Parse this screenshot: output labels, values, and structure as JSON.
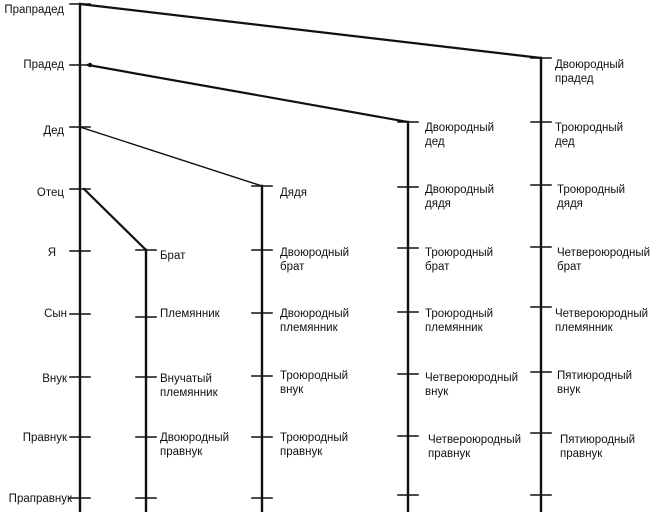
{
  "colors": {
    "line": "#111111",
    "text": "#111111",
    "background": "#ffffff"
  },
  "generations": [
    "Прапрадед",
    "Прадед",
    "Дед",
    "Отец",
    "Я",
    "Сын",
    "Внук",
    "Правнук",
    "Праправнук"
  ],
  "columns": [
    {
      "id": "direct",
      "labels": []
    },
    {
      "id": "brother",
      "labels": [
        "Брат",
        "Племянник",
        "Внучатый\nплемянник",
        "Двоюродный\nправнук"
      ]
    },
    {
      "id": "uncle",
      "labels": [
        "Дядя",
        "Двоюродный\nбрат",
        "Двоюродный\nплемянник",
        "Троюродный\nвнук",
        "Троюродный\nправнук"
      ]
    },
    {
      "id": "second",
      "labels": [
        "Двоюродный\nдед",
        "Двоюродный\nдядя",
        "Троюродный\nбрат",
        "Троюродный\nплемянник",
        "Четвероюродный\nвнук",
        "Четвероюродный\nправнук"
      ]
    },
    {
      "id": "third",
      "labels": [
        "Двоюродный\nпрадед",
        "Троюродный\nдед",
        "Троюродный\nдядя",
        "Четвероюродный\nбрат",
        "Четвероюродный\nплемянник",
        "Пятиюродный\nвнук",
        "Пятиюродный\nправнук"
      ]
    }
  ]
}
